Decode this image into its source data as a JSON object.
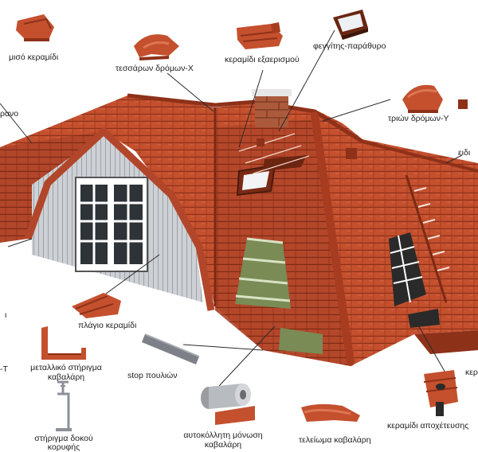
{
  "colors": {
    "tile": "#c4502e",
    "tile_dark": "#8e3119",
    "tile_light": "#de7552",
    "cladding": "#c9ccd1",
    "insulation": "#7a8b55",
    "frame": "#2a2a2a",
    "leader": "#2b2b2b"
  },
  "labels": {
    "half_tile": "μισό κεραμίδι",
    "four_way": "τεσσάρων δρόμων-Χ",
    "vent_tile": "κεραμίδι εξαερισμού",
    "skylight": "φεγγίτης-παράθυρο",
    "three_way": "τριών δρόμων-Υ",
    "special_partial": "ειδι",
    "left_partial_1": "ρανο",
    "left_partial_2": "ι",
    "verge_tile": "πλάγιο κεραμίδι",
    "t_partial": "-Τ",
    "metal_support_1": "μεταλλικό στήριγμα",
    "metal_support_2": "καβαλάρη",
    "bird_stop": "stop πουλιών",
    "right_partial_k": "κερ",
    "ridge_beam_1": "στήριγμα δοκού",
    "ridge_beam_2": "κορυφής",
    "adhesive_1": "αυτοκόλλητη μόνωση",
    "adhesive_2": "καβαλάρη",
    "ridge_end": "τελείωμα καβαλάρη",
    "drain_tile": "κεραμίδι αποχέτευσης"
  },
  "icons": [
    "half-tile-icon",
    "four-way-tile-icon",
    "vent-tile-icon",
    "skylight-icon",
    "three-way-tile-icon",
    "verge-tile-icon",
    "metal-support-icon",
    "bird-stop-icon",
    "ridge-beam-support-icon",
    "adhesive-roll-icon",
    "ridge-end-icon",
    "drain-tile-icon"
  ]
}
